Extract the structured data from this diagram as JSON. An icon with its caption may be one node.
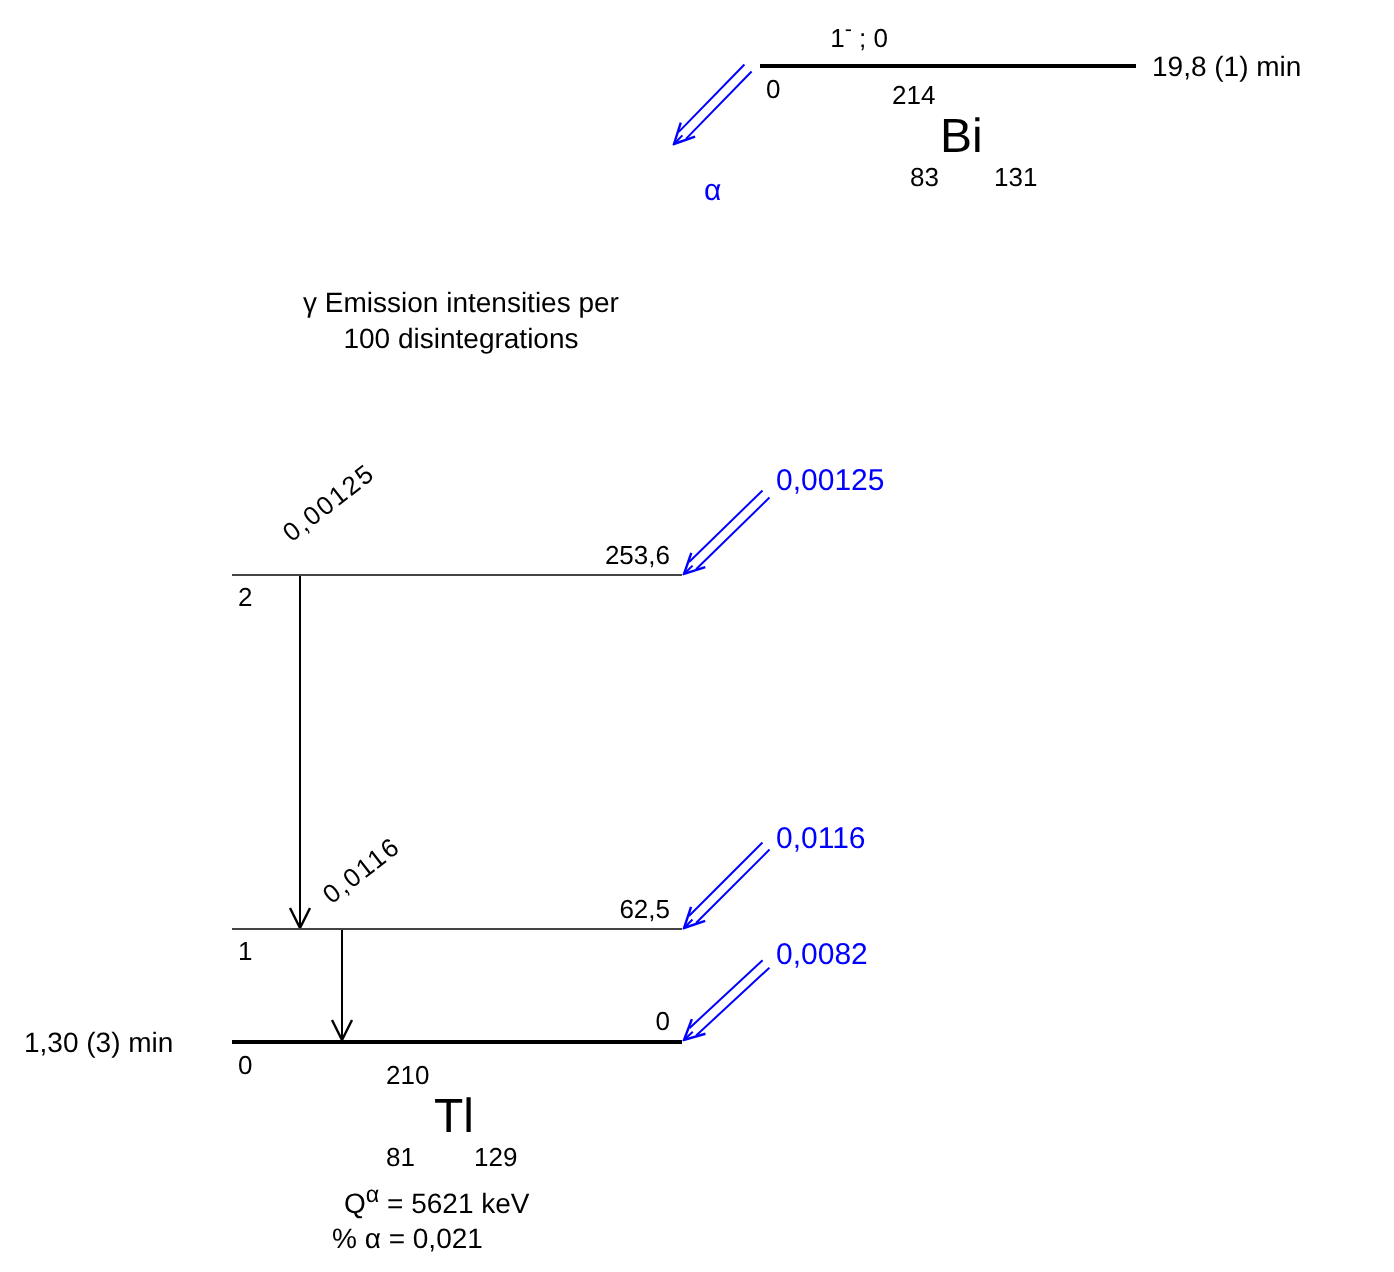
{
  "diagram": {
    "nodes": [
      {
        "text": [
          "1$^{-}$ ; 0",
          "0"
        ],
        "beside": [
          "19,8 (1) min"
        ]
      },
      {
        "text": [
          "253,6",
          "2"
        ]
      },
      {
        "text": [
          "62,5",
          "1"
        ]
      },
      {
        "text": [
          "0",
          "0"
        ],
        "beside": [
          "1,30 (3) min"
        ]
      }
    ],
    "edges": [
      {
        "from": 0,
        "to": null,
        "arrow": "to",
        "label": "α"
      },
      {
        "from": null,
        "to": 1,
        "arrow": "to",
        "label": "0,00125"
      },
      {
        "from": null,
        "to": 2,
        "arrow": "to",
        "label": "0,0116"
      },
      {
        "from": null,
        "to": 3,
        "arrow": "to",
        "label": "0,0082"
      },
      {
        "from": 1,
        "to": 2,
        "arrow": "to",
        "label": "0,00125",
        "color": "#000000"
      },
      {
        "from": 2,
        "to": 3,
        "arrow": "to",
        "label": "0,0116",
        "color": "#000000"
      }
    ],
    "labels": [
      "214",
      "Bi",
      "83",
      "131",
      "γ Emission intensities per 100 disintegrations",
      "210",
      "Tl",
      "81",
      "129",
      "Q$^{α}$ = 5621 keV",
      "% α = 0,021"
    ]
  }
}
